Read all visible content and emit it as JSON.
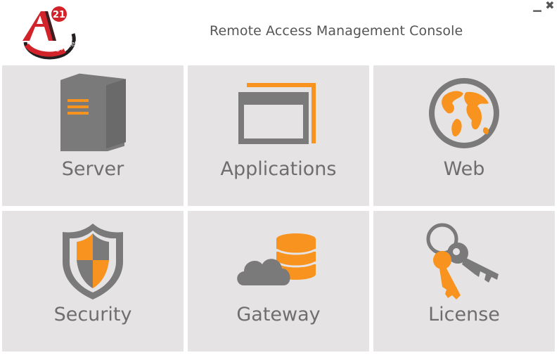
{
  "app": {
    "title": "Remote Access Management Console",
    "logo_number": "21",
    "logo_text": "Connect"
  },
  "window_controls": {
    "minimize": "▁",
    "close": "✖"
  },
  "tiles": [
    {
      "label": "Server",
      "icon": "server-icon"
    },
    {
      "label": "Applications",
      "icon": "applications-window-icon"
    },
    {
      "label": "Web",
      "icon": "globe-icon"
    },
    {
      "label": "Security",
      "icon": "shield-icon"
    },
    {
      "label": "Gateway",
      "icon": "cloud-database-icon"
    },
    {
      "label": "License",
      "icon": "keys-icon"
    }
  ],
  "colors": {
    "accent": "#f7931e",
    "icon_gray": "#7a7a7a",
    "tile_bg": "#e6e3e4",
    "label": "#6e6e6e",
    "logo_red": "#d2232a"
  }
}
